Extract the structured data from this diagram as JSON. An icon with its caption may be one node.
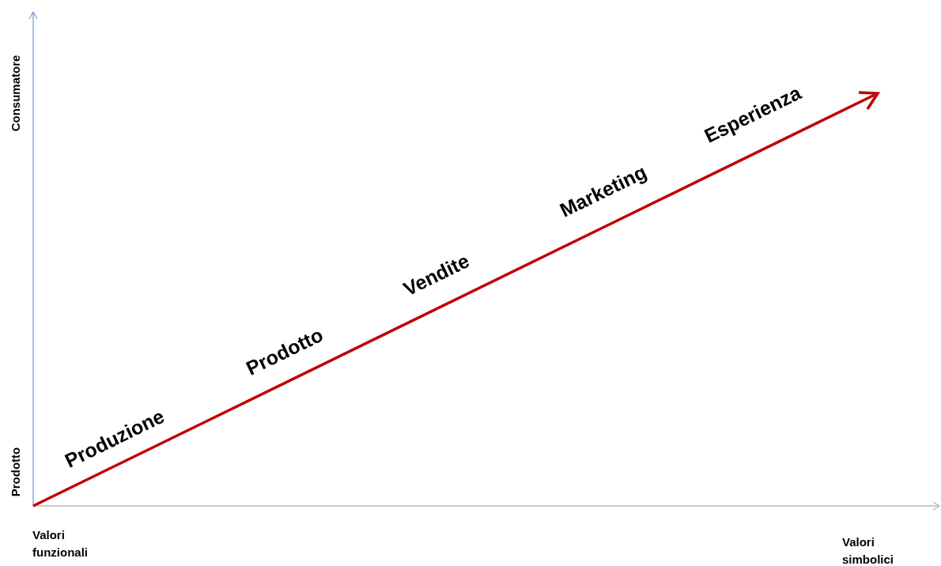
{
  "diagram": {
    "labels": [
      "Consumatore",
      "Esperienza",
      "Marketing",
      "Vendite",
      "Prodotto",
      "Produzione",
      "Prodotto",
      "Valori funzionali",
      "Valori simbolici"
    ]
  }
}
